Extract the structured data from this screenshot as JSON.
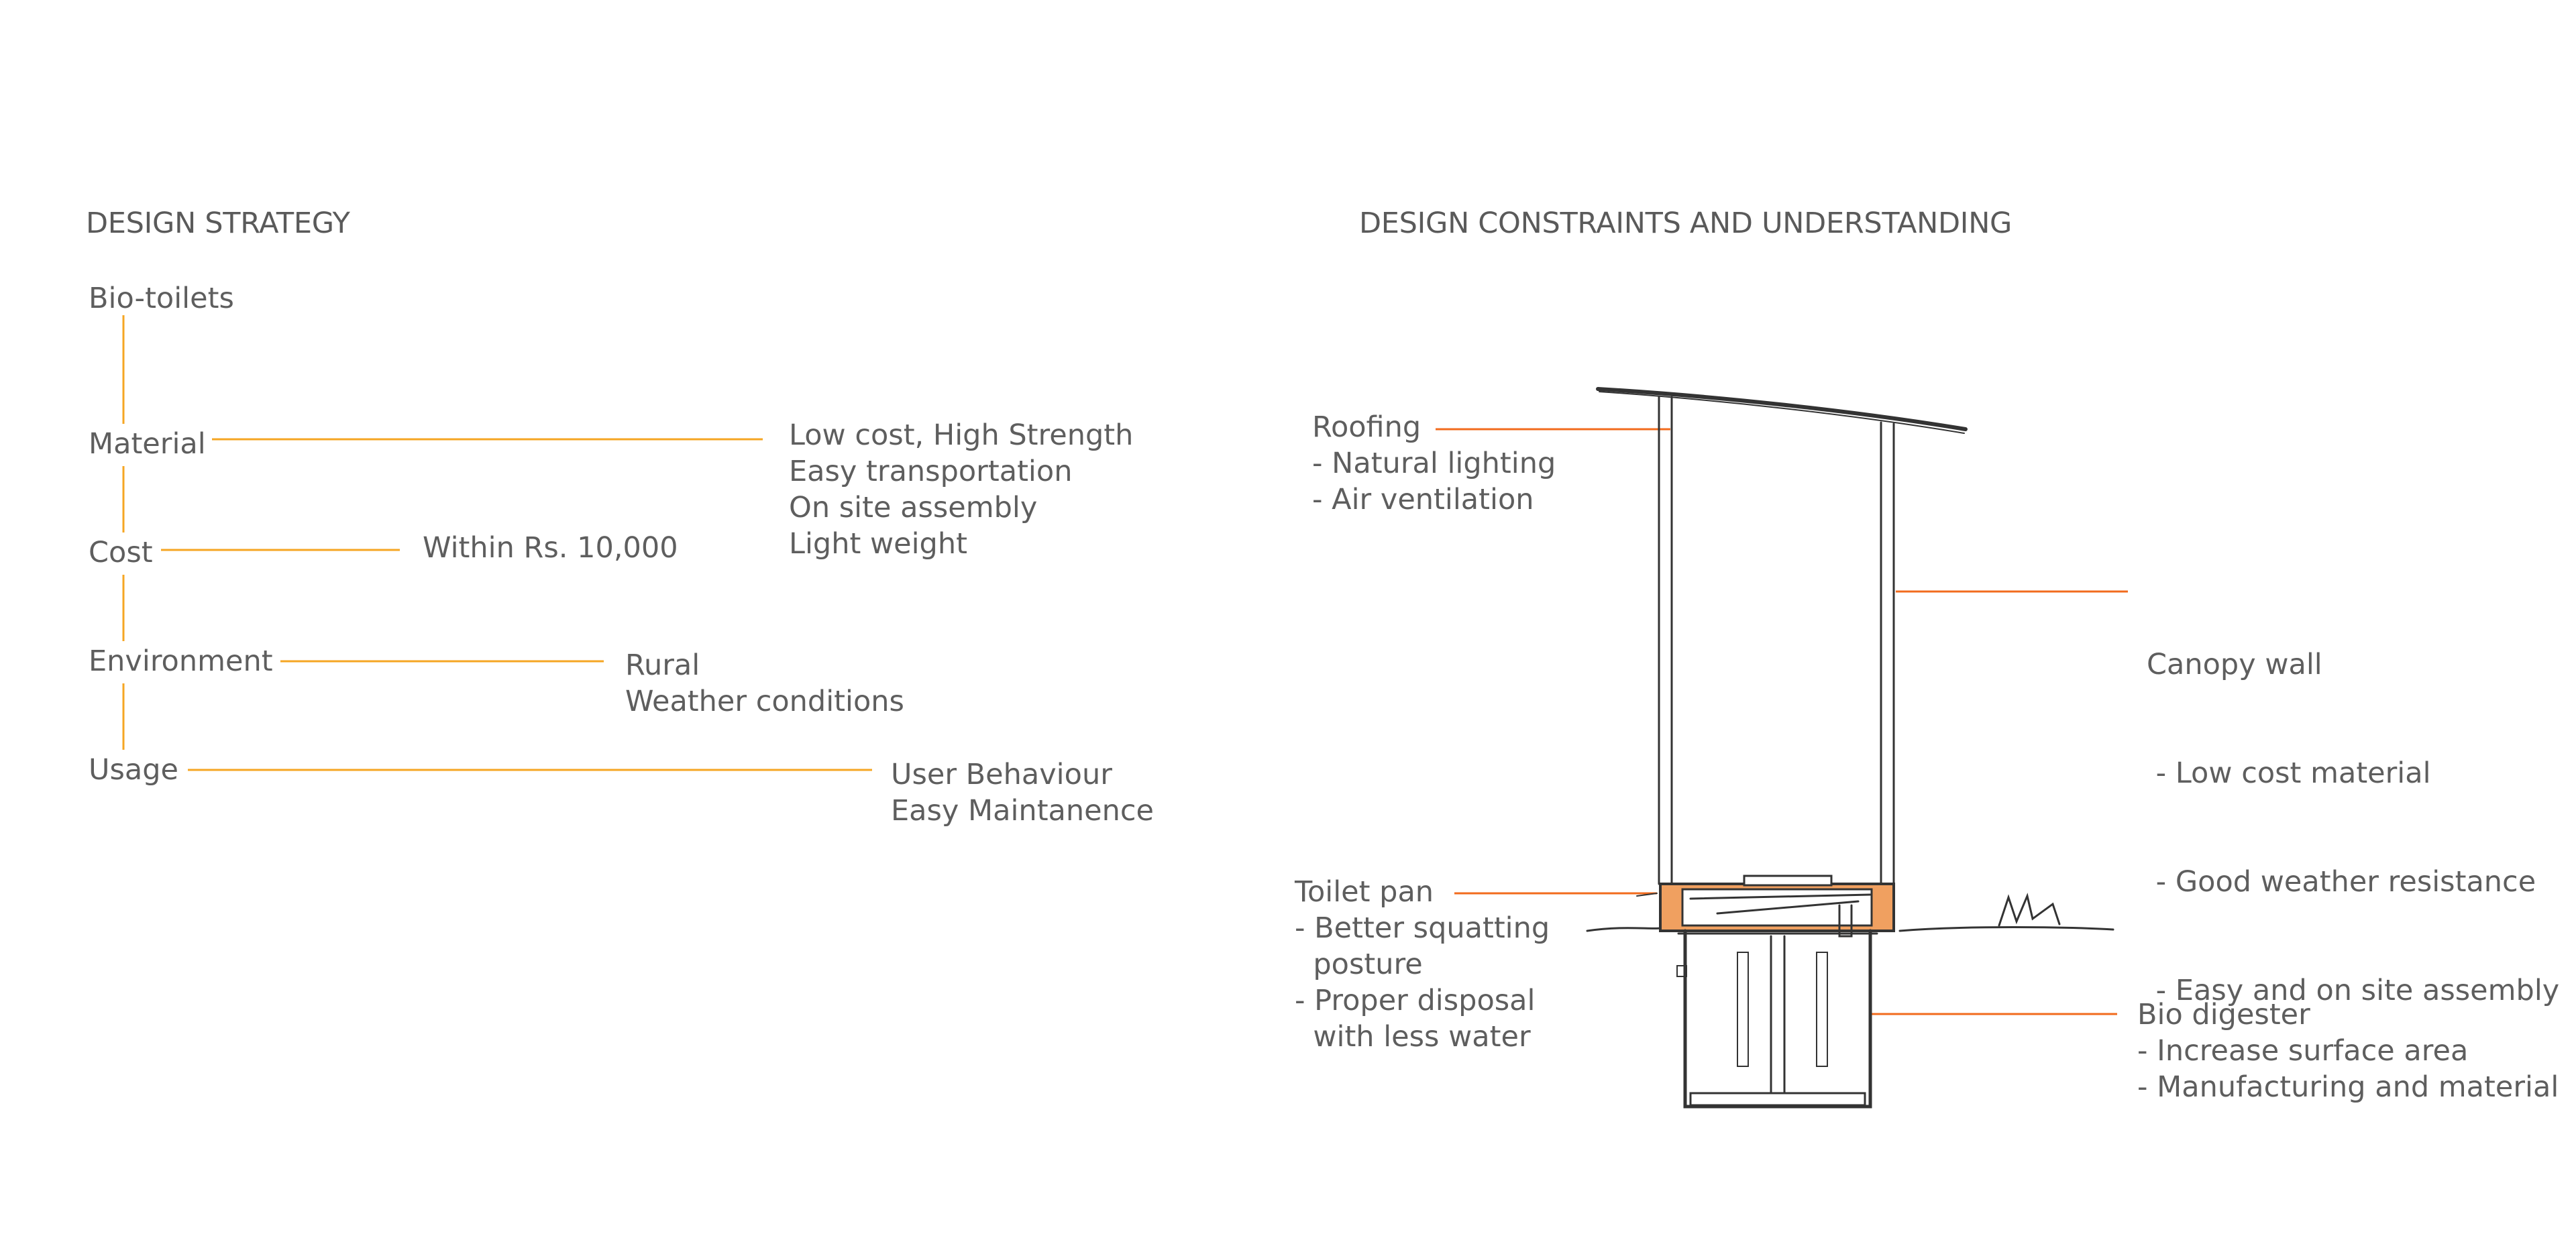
{
  "strategy": {
    "heading": "DESIGN STRATEGY",
    "root": "Bio-toilets",
    "branches": [
      {
        "label": "Material",
        "details": [
          "Low cost, High Strength",
          "Easy transportation",
          "On site assembly",
          "Light weight"
        ]
      },
      {
        "label": "Cost",
        "details": [
          "Within Rs. 10,000"
        ]
      },
      {
        "label": "Environment",
        "details": [
          "Rural",
          "Weather conditions"
        ]
      },
      {
        "label": "Usage",
        "details": [
          "User Behaviour",
          "Easy Maintanence"
        ]
      }
    ]
  },
  "constraints": {
    "heading": "DESIGN CONSTRAINTS AND UNDERSTANDING",
    "callouts": {
      "roofing": {
        "title": "Roofing",
        "points": [
          "- Natural lighting",
          "- Air ventilation"
        ]
      },
      "canopy": {
        "title": "Canopy wall",
        "points": [
          " - Low cost material",
          " - Good weather resistance",
          " - Easy and on site assembly"
        ]
      },
      "toilet_pan": {
        "title": "Toilet pan",
        "points": [
          "- Better squatting",
          "  posture",
          "- Proper disposal",
          "  with less water"
        ]
      },
      "digester": {
        "title": "Bio digester",
        "points": [
          "- Increase surface area",
          "- Manufacturing and material"
        ]
      }
    }
  },
  "colors": {
    "strategy_line": "#f5a623",
    "callout_line": "#f26b1d",
    "sketch": "#333333",
    "pan_fill": "#f0a060"
  }
}
